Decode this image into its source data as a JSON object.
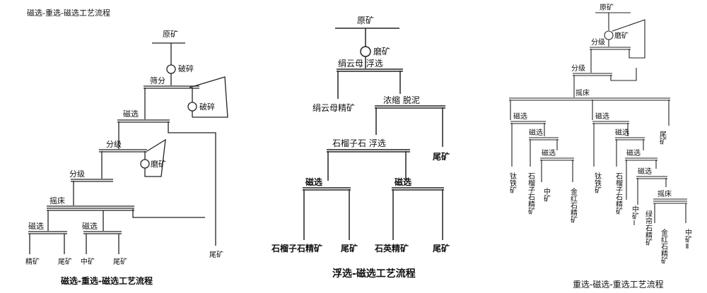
{
  "diagrams": [
    {
      "title": "磁选-重选-磁选工艺流程",
      "heading": "磁选-重选-磁选工艺流程",
      "labels": {
        "raw": "原矿",
        "crush1": "破碎",
        "screen": "筛分",
        "crush2": "破碎",
        "mag1": "磁选",
        "classify1": "分级",
        "grind": "磨矿",
        "classify2": "分级",
        "table": "摇床",
        "mag2": "磁选",
        "mag3": "磁选",
        "conc": "精矿",
        "tail1": "尾矿",
        "mid": "中矿",
        "tail2": "尾矿",
        "tail3": "尾矿"
      }
    },
    {
      "title": "浮选-磁选工艺流程",
      "labels": {
        "raw": "原矿",
        "grind": "磨矿",
        "flot1": "绢云母 浮选",
        "mica": "绢云母精矿",
        "thicken": "浓缩 脱泥",
        "flot2": "石榴子石 浮选",
        "tail1": "尾矿",
        "mag1": "磁选",
        "mag2": "磁选",
        "garnet": "石榴子石精矿",
        "tail2": "尾矿",
        "quartz": "石英精矿",
        "tail3": "尾矿"
      }
    },
    {
      "title": "重选-磁选-重选工艺流程",
      "labels": {
        "raw": "原矿",
        "grind": "磨矿",
        "classify1": "分级",
        "classify2": "分级",
        "table1": "摇床",
        "mag1": "磁选",
        "mag2": "磁选",
        "mag3": "磁选",
        "mag4": "磁选",
        "mag5": "磁选",
        "mag6": "磁选",
        "mag7": "磁选",
        "table2": "摇床",
        "tail": "尾矿",
        "ilmenite1": "钛铁矿",
        "garnet1": "石榴子石精矿",
        "mid": "中矿",
        "rutile1": "金红石精矿",
        "ilmenite2": "钛铁矿",
        "garnet2": "石榴子石精矿",
        "mid1": "中矿Ⅰ",
        "epidote": "绿帘石精矿",
        "rutile2": "金红石精矿",
        "mid2": "中矿Ⅱ"
      }
    }
  ]
}
